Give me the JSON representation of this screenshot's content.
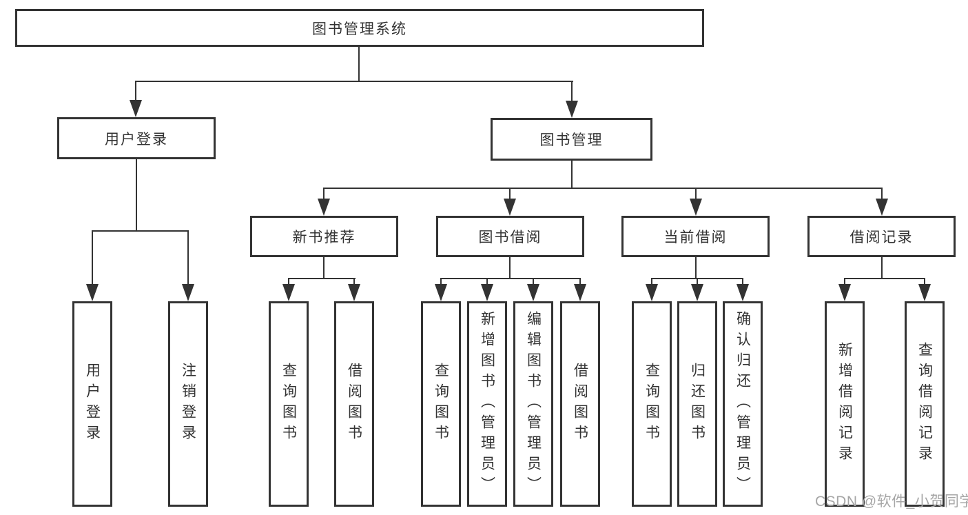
{
  "tree": {
    "root": {
      "label": "图书管理系统",
      "children": [
        {
          "label": "用户登录",
          "children": [
            {
              "label": "用户登录"
            },
            {
              "label": "注销登录"
            }
          ]
        },
        {
          "label": "图书管理",
          "children": [
            {
              "label": "新书推荐",
              "children": [
                {
                  "label": "查询图书"
                },
                {
                  "label": "借阅图书"
                }
              ]
            },
            {
              "label": "图书借阅",
              "children": [
                {
                  "label": "查询图书"
                },
                {
                  "label": "新增图书（管理员）"
                },
                {
                  "label": "编辑图书（管理员）"
                },
                {
                  "label": "借阅图书"
                }
              ]
            },
            {
              "label": "当前借阅",
              "children": [
                {
                  "label": "查询图书"
                },
                {
                  "label": "归还图书"
                },
                {
                  "label": "确认归还（管理员）"
                }
              ]
            },
            {
              "label": "借阅记录",
              "children": [
                {
                  "label": "新增借阅记录"
                },
                {
                  "label": "查询借阅记录"
                }
              ]
            }
          ]
        }
      ]
    }
  },
  "watermark": {
    "text": "CSDN @软件_小贺同学"
  },
  "colors": {
    "line": "#333333",
    "text": "#333333",
    "background": "#ffffff",
    "watermark": "#a6a6a6"
  }
}
